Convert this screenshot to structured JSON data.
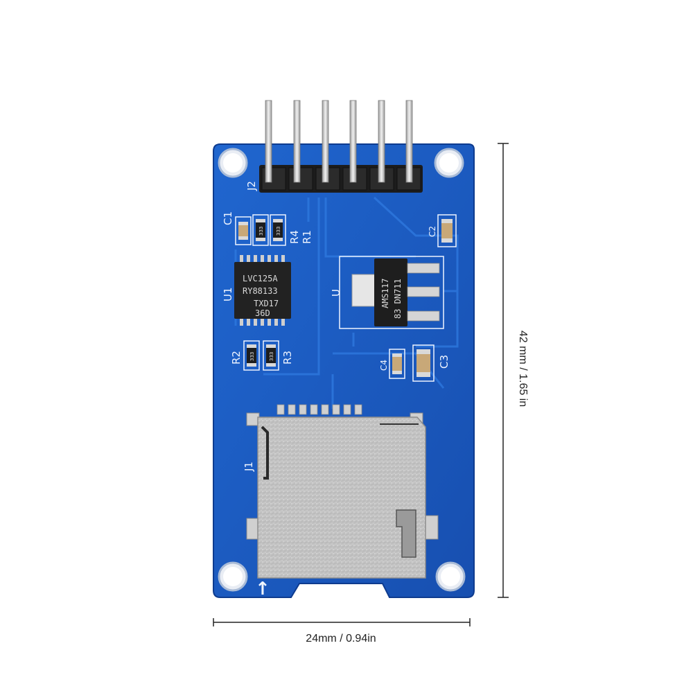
{
  "board": {
    "labels": {
      "j2": "J2",
      "c1": "C1",
      "r4": "R4",
      "r1": "R1",
      "c2": "C2",
      "u1": "U1",
      "u": "U",
      "r2": "R2",
      "r3": "R3",
      "c4": "C4",
      "c3": "C3",
      "j1": "J1"
    },
    "chip_u1_lines": [
      "LVC125A",
      "RY88133",
      "TXD17",
      "36D"
    ],
    "chip_u_lines": [
      "AMS117",
      "83 DN711"
    ],
    "resistor_marks": {
      "r4": "333",
      "r1": "333",
      "r2": "333",
      "r3": "333"
    },
    "arrow_glyph": "↑"
  },
  "dimensions": {
    "width_label": "24mm / 0.94in",
    "height_label": "42 mm / 1.65 in"
  },
  "colors": {
    "pcb": "#1a5cc4",
    "pcb_dark": "#0f3f99",
    "silkscreen": "#eef4ff",
    "metal": "#c9c9c9",
    "chip": "#202020",
    "background": "#ffffff"
  }
}
